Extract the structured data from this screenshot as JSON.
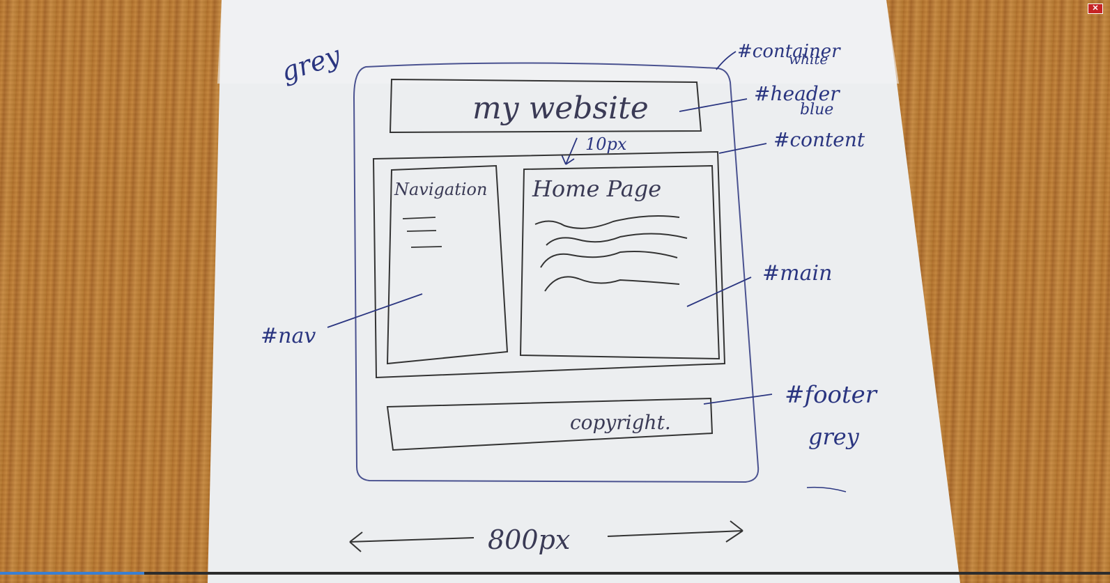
{
  "sketch": {
    "annotation_page_bg": "grey",
    "header_text": "my website",
    "spacing_note": "10px",
    "nav_heading": "Navigation",
    "main_heading": "Home Page",
    "footer_text": "copyright.",
    "width_note": "800px"
  },
  "labels": {
    "container": "#container",
    "container_color": "white",
    "header": "#header",
    "header_color": "blue",
    "content": "#content",
    "main": "#main",
    "nav": "#nav",
    "footer": "#footer",
    "footer_color": "grey"
  },
  "player": {
    "progress": 0.13,
    "close_icon": "close-icon"
  }
}
